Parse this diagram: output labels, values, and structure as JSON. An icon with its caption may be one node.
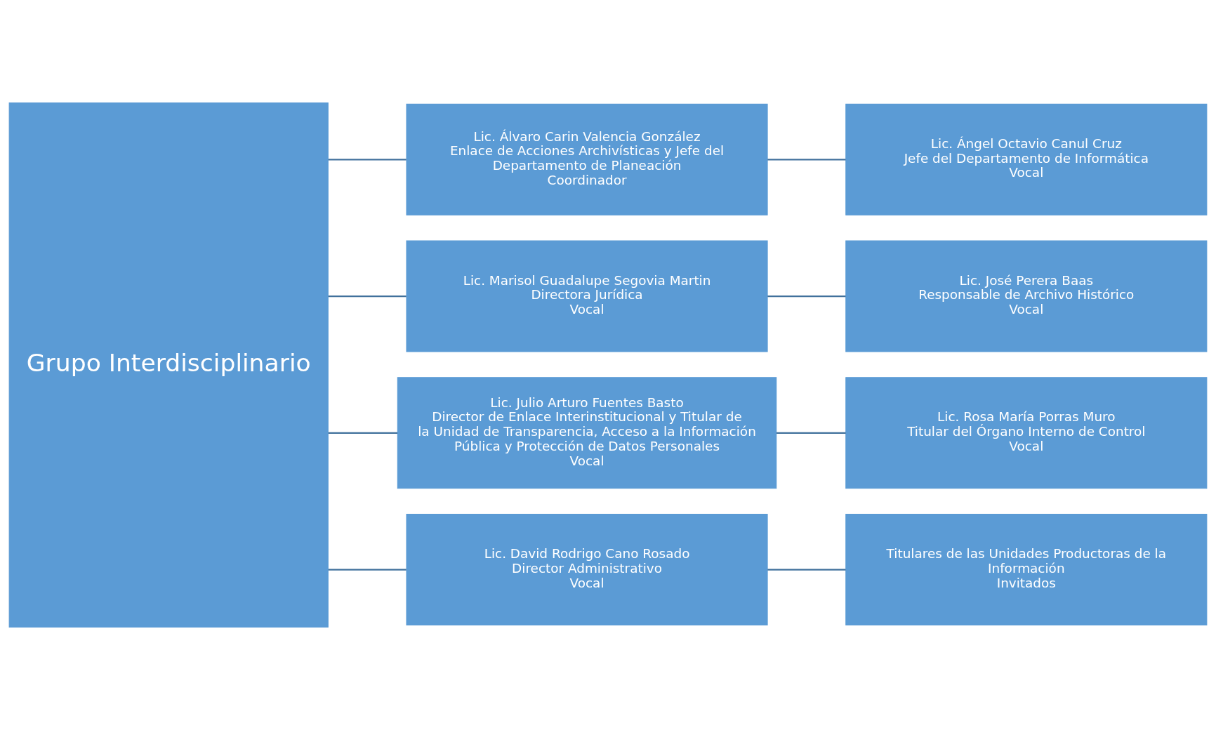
{
  "diagram": {
    "nodes": [
      {
        "text": [
          "Grupo Interdisciplinario"
        ]
      },
      {
        "text": [
          "Lic. Álvaro Carin Valencia González",
          "Enlace de Acciones Archivísticas y Jefe del Departamento de Planeación",
          "Coordinador"
        ]
      },
      {
        "text": [
          "Lic. Marisol Guadalupe Segovia Martin",
          "Directora Jurídica",
          "Vocal"
        ]
      },
      {
        "text": [
          "Lic. Julio Arturo Fuentes Basto",
          "Director de Enlace Interinstitucional y Titular de la Unidad de Transparencia, Acceso a la Información Pública y Protección de Datos Personales",
          "Vocal"
        ]
      },
      {
        "text": [
          "Lic. David Rodrigo Cano Rosado",
          "Director Administrativo",
          "Vocal"
        ]
      },
      {
        "text": [
          "Lic. Ángel Octavio Canul Cruz",
          "Jefe del Departamento de Informática",
          "Vocal"
        ]
      },
      {
        "text": [
          "Lic. José Perera Baas",
          "Responsable de Archivo Histórico",
          "Vocal"
        ]
      },
      {
        "text": [
          "Lic. Rosa María Porras Muro",
          "Titular del Órgano Interno de Control",
          "Vocal"
        ]
      },
      {
        "text": [
          "Titulares de las Unidades Productoras de la Información",
          "Invitados"
        ]
      }
    ],
    "edges": [
      {
        "from": 0,
        "to": 1,
        "arrow": "none"
      },
      {
        "from": 0,
        "to": 2,
        "arrow": "none"
      },
      {
        "from": 0,
        "to": 3,
        "arrow": "none"
      },
      {
        "from": 0,
        "to": 4,
        "arrow": "none"
      },
      {
        "from": 1,
        "to": 5,
        "arrow": "none"
      },
      {
        "from": 2,
        "to": 6,
        "arrow": "none"
      },
      {
        "from": 3,
        "to": 7,
        "arrow": "none"
      },
      {
        "from": 4,
        "to": 8,
        "arrow": "none"
      }
    ]
  }
}
